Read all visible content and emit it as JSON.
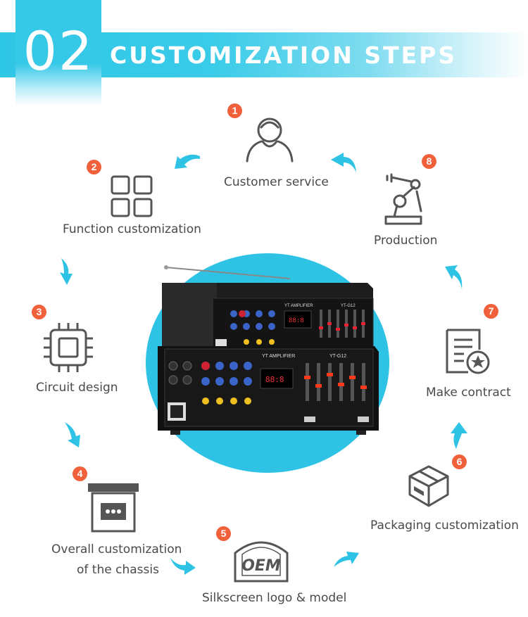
{
  "header": {
    "number": "02",
    "title": "CUSTOMIZATION STEPS"
  },
  "steps": [
    {
      "num": "1",
      "label": "Customer service",
      "icon": "customer-service-icon"
    },
    {
      "num": "2",
      "label": "Function customization",
      "icon": "grid-icon"
    },
    {
      "num": "3",
      "label": "Circuit design",
      "icon": "chip-icon"
    },
    {
      "num": "4",
      "label_line1": "Overall customization",
      "label_line2": "of the chassis",
      "icon": "chassis-icon"
    },
    {
      "num": "5",
      "label": "Silkscreen logo & model",
      "icon": "oem-logo-icon",
      "icon_text": "OEM"
    },
    {
      "num": "6",
      "label": "Packaging customization",
      "icon": "box-icon"
    },
    {
      "num": "7",
      "label": "Make contract",
      "icon": "contract-icon"
    },
    {
      "num": "8",
      "label": "Production",
      "icon": "robot-arm-icon"
    }
  ],
  "product": {
    "top_brand": "YT AMPLIFIER",
    "top_model": "YT-G12",
    "bottom_brand": "YT AMPLIFIER",
    "bottom_model": "YT-G12"
  },
  "colors": {
    "accent": "#2ec3e5",
    "badge": "#f0603a",
    "icon": "#555555",
    "label": "#4a4a4a"
  }
}
